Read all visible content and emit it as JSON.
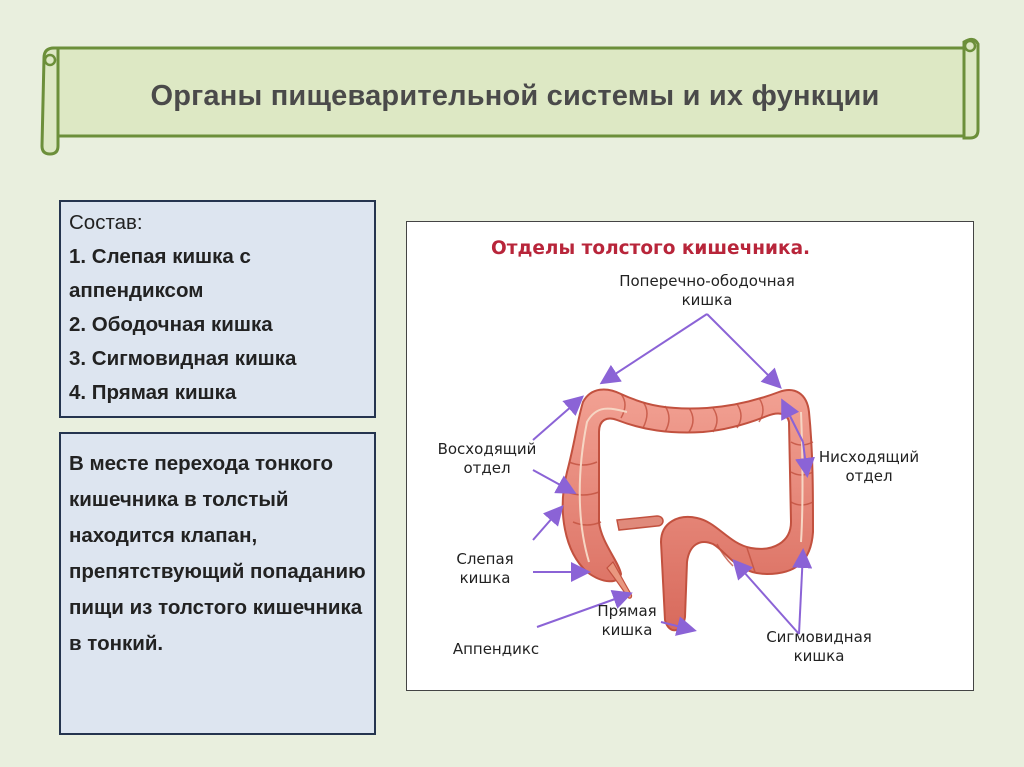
{
  "title": "Органы пищеварительной системы и их функции",
  "composition": {
    "heading": "Состав:",
    "items": [
      "1. Слепая кишка с аппендиксом",
      "2. Ободочная кишка",
      "3. Сигмовидная кишка",
      "4. Прямая кишка"
    ]
  },
  "valve_text": "В месте перехода тонкого кишечника  в толстый находится клапан, препятствующий попаданию пищи из толстого кишечника в тонкий.",
  "diagram": {
    "title": "Отделы толстого кишечника.",
    "labels": {
      "transverse": [
        "Поперечно-ободочная",
        "кишка"
      ],
      "ascending": [
        "Восходящий",
        "отдел"
      ],
      "descending": [
        "Нисходящий",
        "отдел"
      ],
      "cecum": [
        "Слепая",
        "кишка"
      ],
      "rectum": [
        "Прямая",
        "кишка"
      ],
      "appendix": "Аппендикс",
      "sigmoid": [
        "Сигмовидная",
        "кишка"
      ]
    },
    "colors": {
      "arrow": "#8b63d6",
      "intestine": "#e8877a",
      "intestine_dark": "#c9584a",
      "title": "#b8253a"
    }
  }
}
